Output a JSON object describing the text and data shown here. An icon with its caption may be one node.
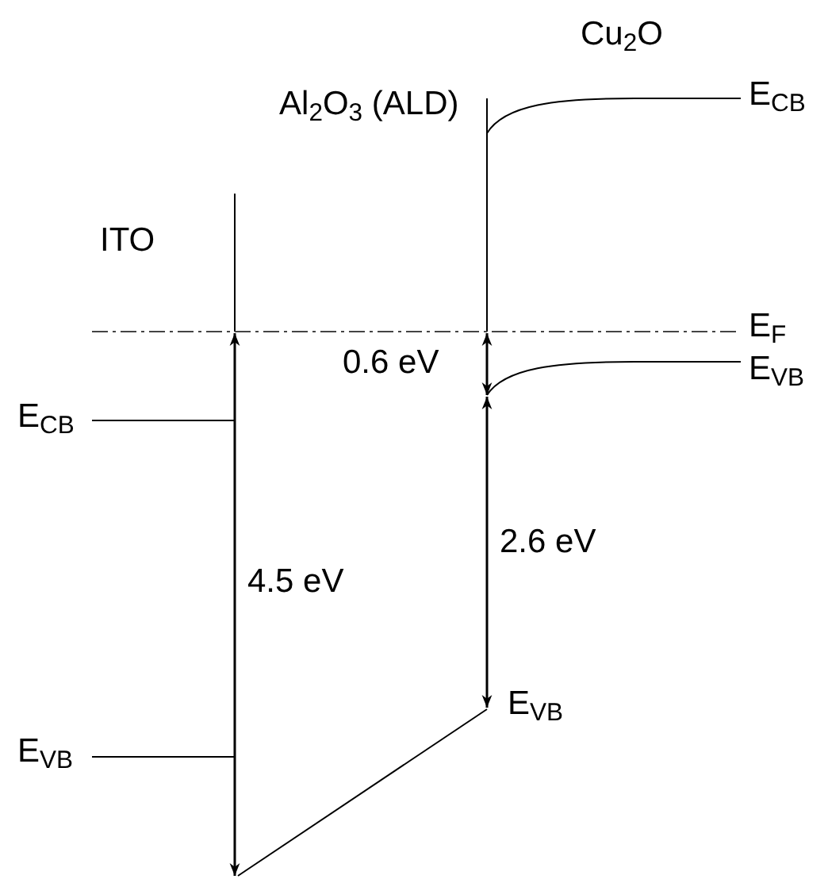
{
  "diagram": {
    "labels": [
      "Cu$_{2}$O",
      "E$_{CB}$",
      "Al$_{2}$O$_{3}$ (ALD)",
      "ITO",
      "E$_{F}$",
      "0.6 eV",
      "E$_{VB}$",
      "E$_{CB}$",
      "2.6 eV",
      "4.5 eV",
      "E$_{VB}$",
      "E$_{VB}$"
    ]
  }
}
